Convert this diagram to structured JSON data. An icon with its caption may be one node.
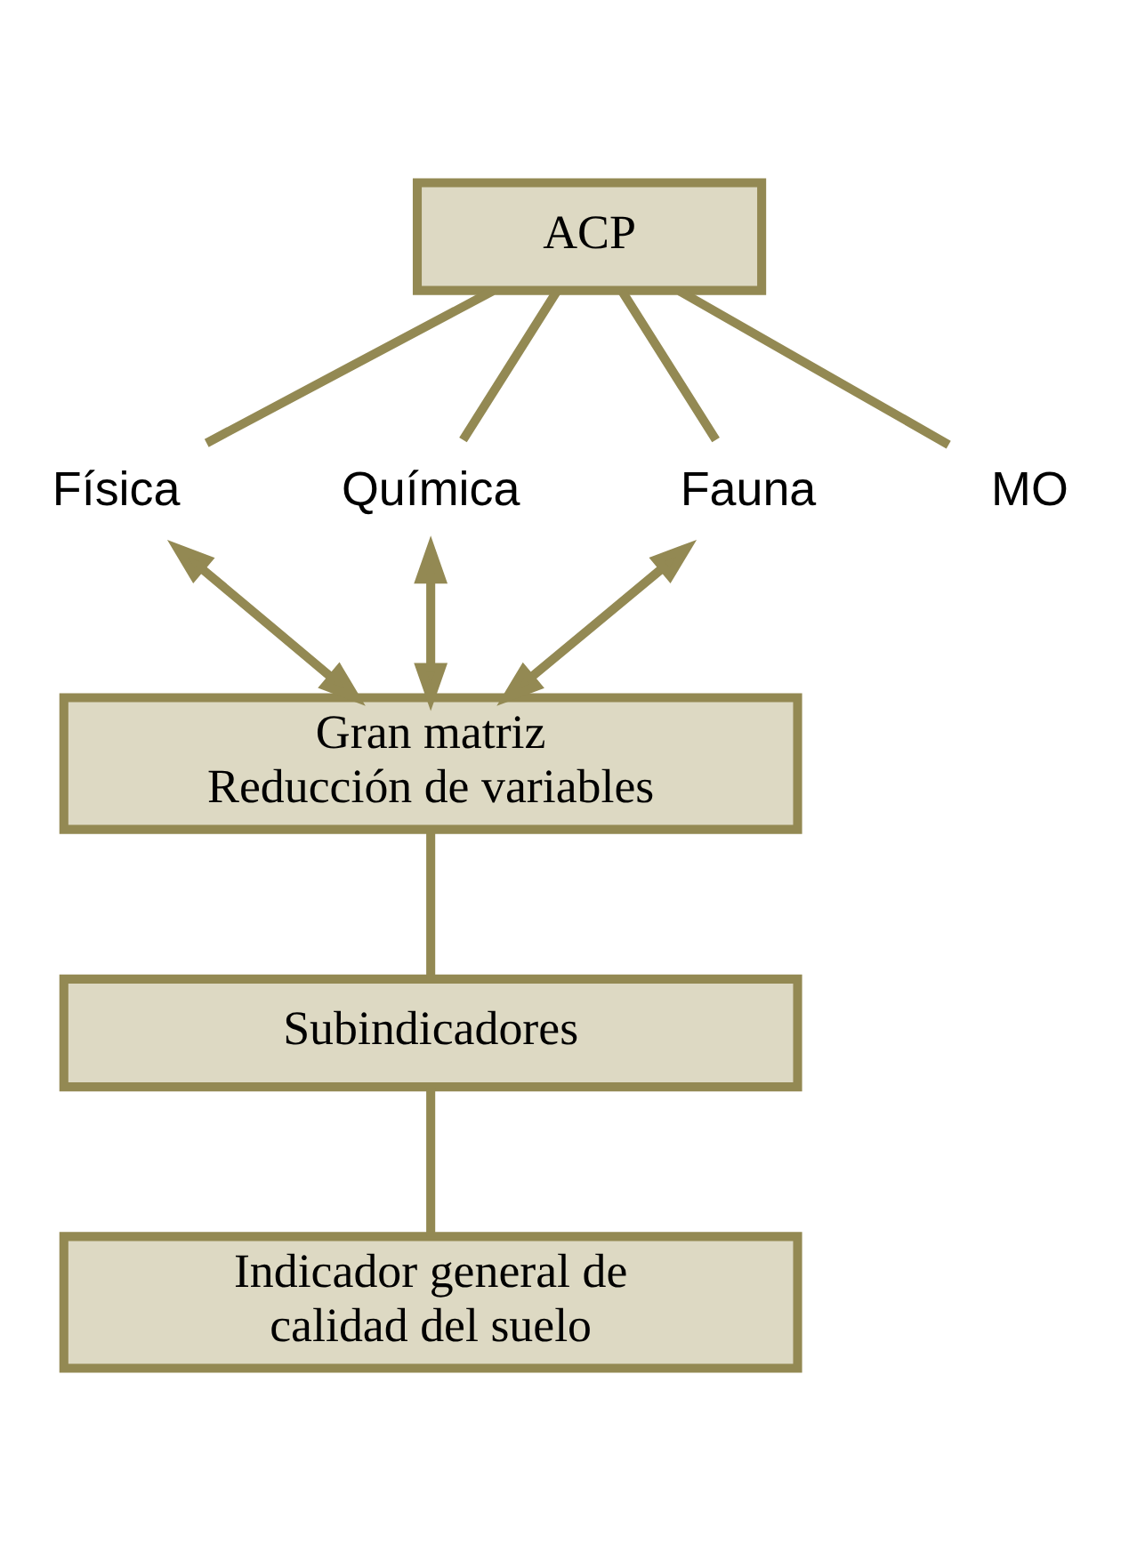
{
  "diagram": {
    "nodes": [
      {
        "text": [
          "ACP"
        ]
      },
      {
        "text": [
          "Física"
        ]
      },
      {
        "text": [
          "Química"
        ]
      },
      {
        "text": [
          "Fauna"
        ]
      },
      {
        "text": [
          "MO"
        ]
      },
      {
        "text": [
          "Gran matriz Reducción de variables"
        ]
      },
      {
        "text": [
          "Subindicadores"
        ]
      },
      {
        "text": [
          "Indicador general de calidad del suelo"
        ]
      }
    ],
    "edges": [
      {
        "from": 0,
        "to": 1,
        "arrow": "none"
      },
      {
        "from": 0,
        "to": 2,
        "arrow": "none"
      },
      {
        "from": 0,
        "to": 3,
        "arrow": "none"
      },
      {
        "from": 0,
        "to": 4,
        "arrow": "none"
      },
      {
        "from": 1,
        "to": 5,
        "arrow": "both"
      },
      {
        "from": 2,
        "to": 5,
        "arrow": "both"
      },
      {
        "from": 3,
        "to": 5,
        "arrow": "both"
      },
      {
        "from": 5,
        "to": 6,
        "arrow": "none"
      },
      {
        "from": 6,
        "to": 7,
        "arrow": "none"
      }
    ]
  }
}
